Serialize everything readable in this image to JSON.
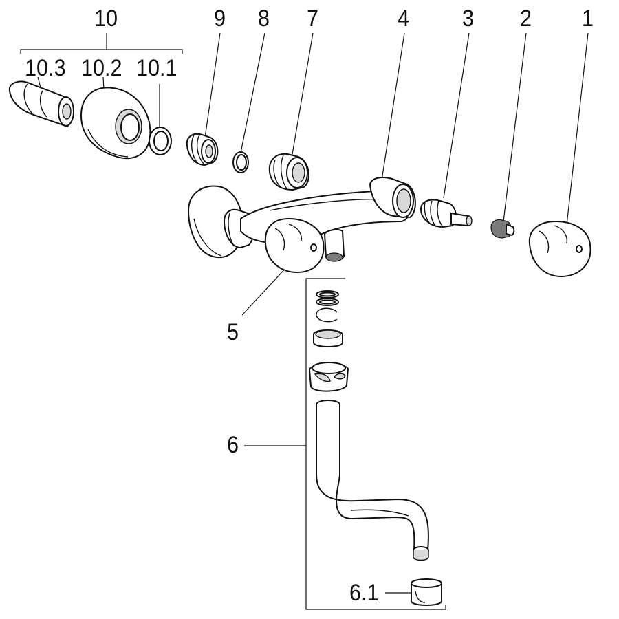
{
  "parts": [
    {
      "id": "10",
      "label": "10"
    },
    {
      "id": "10.3",
      "label": "10.3"
    },
    {
      "id": "10.2",
      "label": "10.2"
    },
    {
      "id": "10.1",
      "label": "10.1"
    },
    {
      "id": "9",
      "label": "9"
    },
    {
      "id": "8",
      "label": "8"
    },
    {
      "id": "7",
      "label": "7"
    },
    {
      "id": "4",
      "label": "4"
    },
    {
      "id": "3",
      "label": "3"
    },
    {
      "id": "2",
      "label": "2"
    },
    {
      "id": "1",
      "label": "1"
    },
    {
      "id": "5",
      "label": "5"
    },
    {
      "id": "6",
      "label": "6"
    },
    {
      "id": "6.1",
      "label": "6.1"
    }
  ]
}
